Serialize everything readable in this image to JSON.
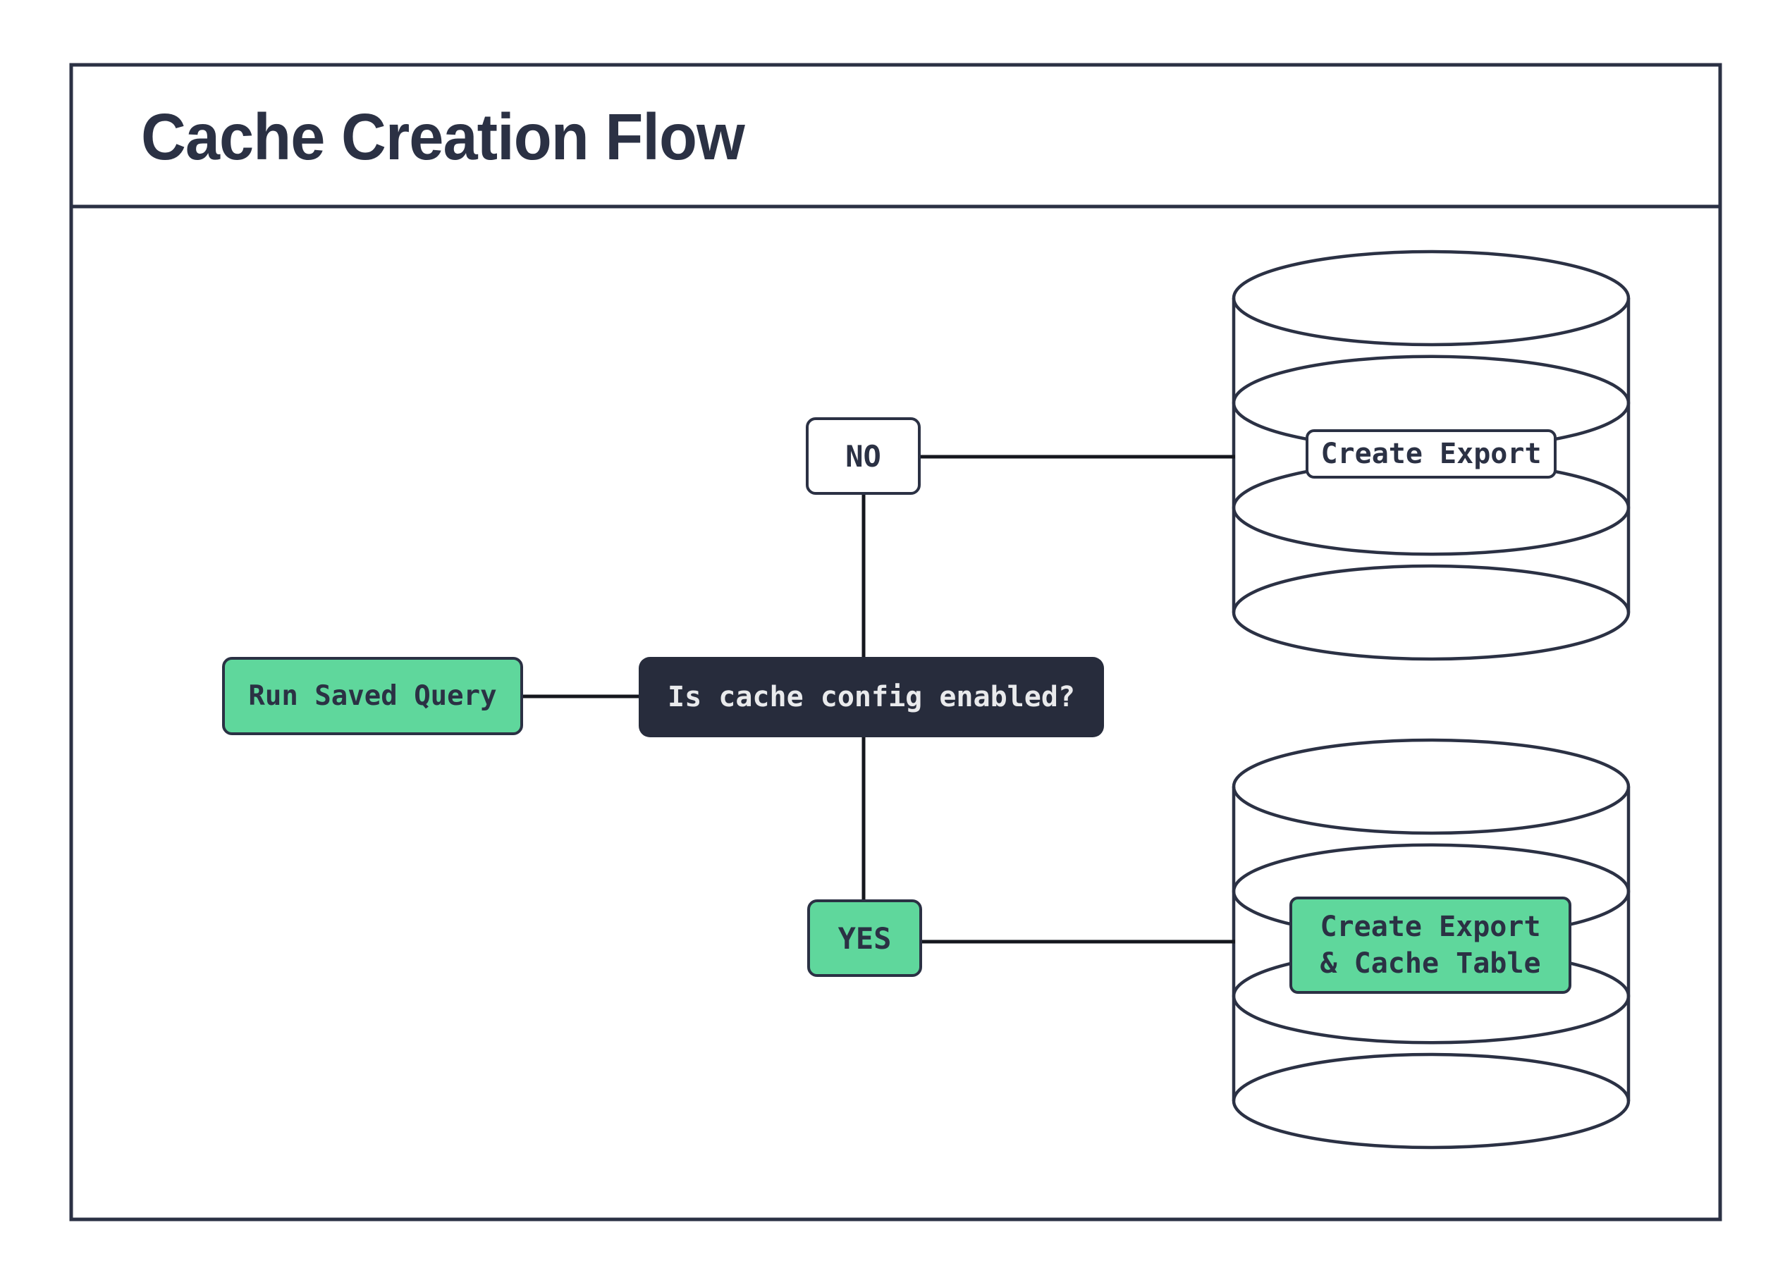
{
  "header": {
    "title": "Cache Creation Flow"
  },
  "flow": {
    "start": {
      "label": "Run Saved Query"
    },
    "decision": {
      "label": "Is cache config enabled?"
    },
    "branch_no": {
      "label": "NO"
    },
    "branch_yes": {
      "label": "YES"
    },
    "db_export": {
      "label": "Create Export"
    },
    "db_cache": {
      "label": "Create Export\n& Cache Table"
    }
  },
  "icons": {
    "export_database": "database-icon",
    "cache_database": "database-icon"
  },
  "colors": {
    "outline_navy": "#2b3144",
    "connector_black": "#15171e",
    "node_green": "#5fd79c",
    "decision_dark_fill": "#272c3c",
    "decision_text": "#e9eaec",
    "background": "#ffffff"
  }
}
